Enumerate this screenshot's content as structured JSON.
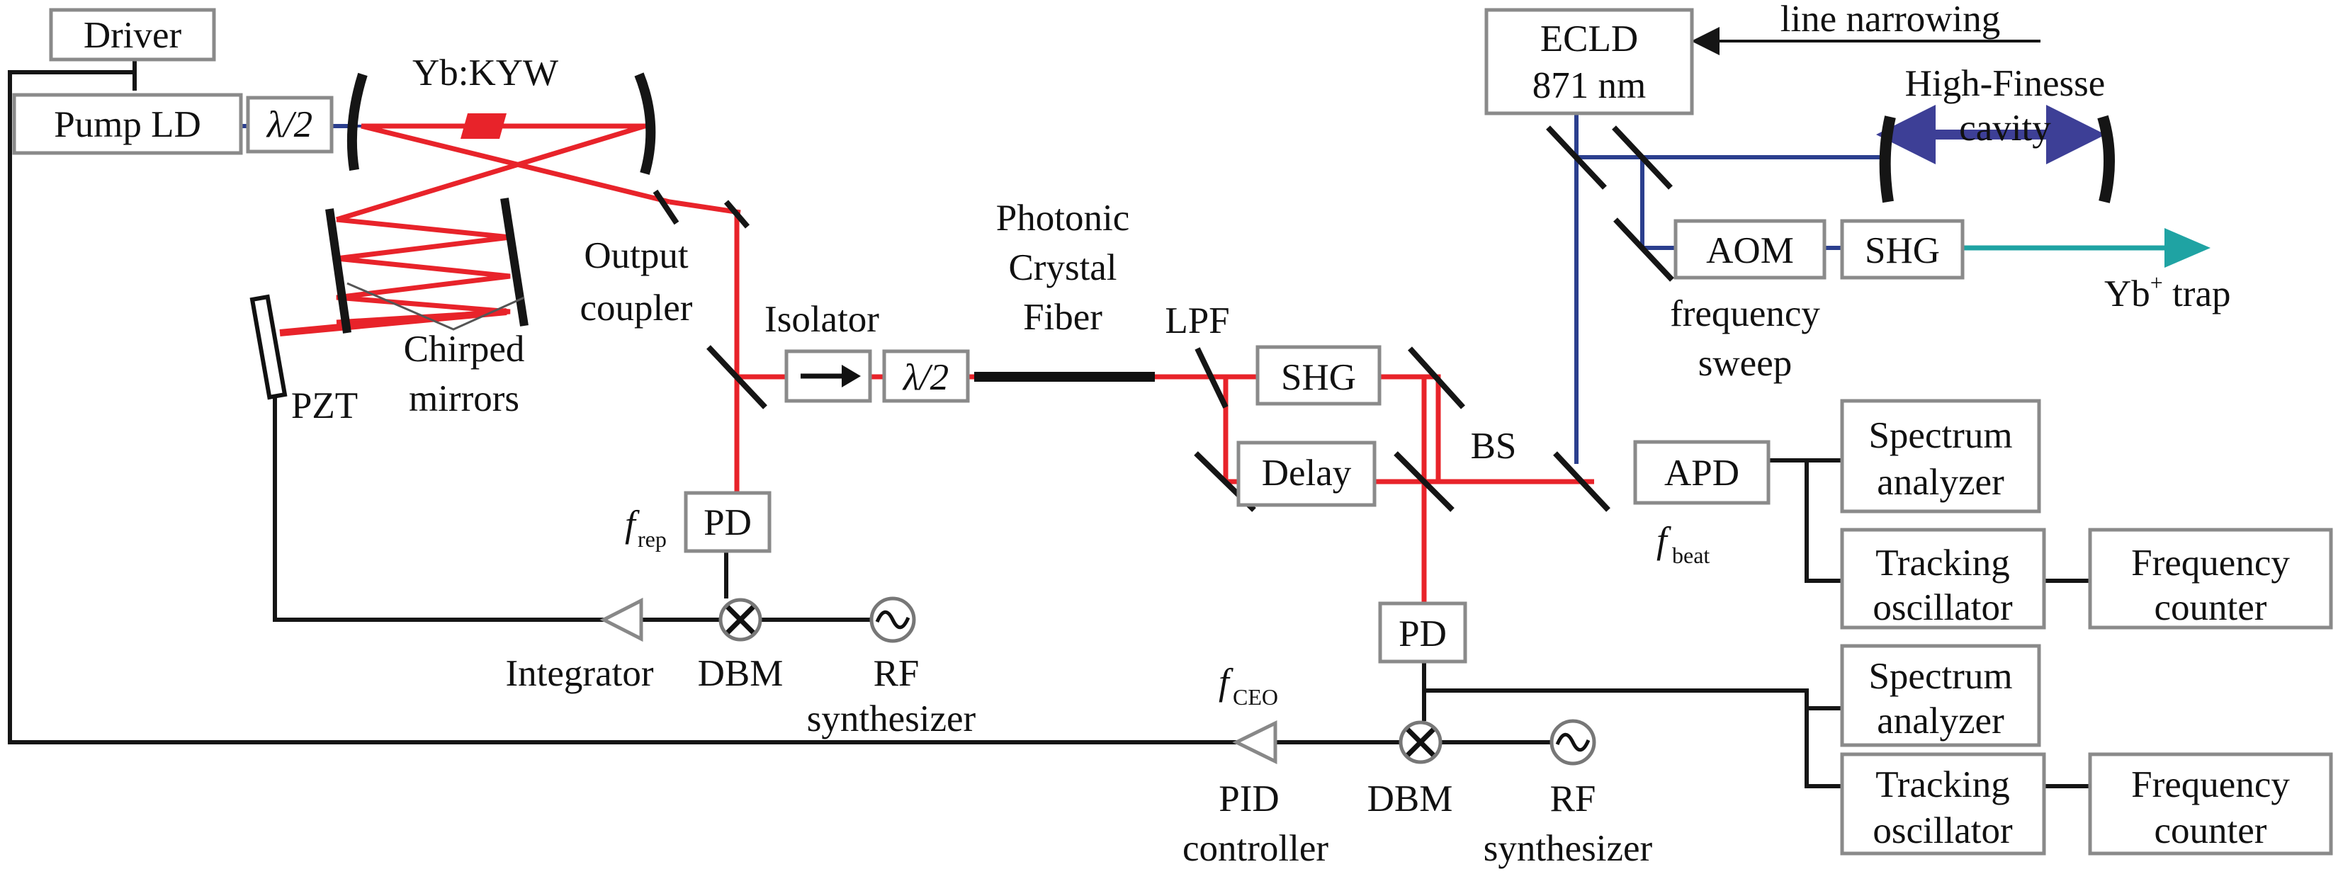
{
  "labels": {
    "driver": "Driver",
    "pump_ld": "Pump LD",
    "half_wave_1": "λ/2",
    "yb_kyw": "Yb:KYW",
    "output_coupler_1": "Output",
    "output_coupler_2": "coupler",
    "chirped_1": "Chirped",
    "chirped_2": "mirrors",
    "pzt": "PZT",
    "isolator": "Isolator",
    "half_wave_2": "λ/2",
    "pcf_1": "Photonic",
    "pcf_2": "Crystal",
    "pcf_3": "Fiber",
    "lpf": "LPF",
    "shg_main": "SHG",
    "delay": "Delay",
    "bs": "BS",
    "pd_rep": "PD",
    "f_rep": "f",
    "f_rep_sub": "rep",
    "pd_ceo": "PD",
    "f_ceo": "f",
    "f_ceo_sub": "CEO",
    "integrator": "Integrator",
    "dbm_1": "DBM",
    "rf1_1": "RF",
    "rf1_2": "synthesizer",
    "pid_1": "PID",
    "pid_2": "controller",
    "dbm_2": "DBM",
    "rf2_1": "RF",
    "rf2_2": "synthesizer",
    "ecld_1": "ECLD",
    "ecld_2": "871 nm",
    "line_narrowing": "line narrowing",
    "hf_cavity_1": "High-Finesse",
    "hf_cavity_2": "cavity",
    "aom": "AOM",
    "shg_yb": "SHG",
    "freq_sweep_1": "frequency",
    "freq_sweep_2": "sweep",
    "yb_trap": "Yb",
    "yb_trap_sup": "+",
    "yb_trap_tail": " trap",
    "apd": "APD",
    "f_beat": "f",
    "f_beat_sub": "beat",
    "spectrum_1a": "Spectrum",
    "spectrum_1b": "analyzer",
    "tracking_1a": "Tracking",
    "tracking_1b": "oscillator",
    "counter_1a": "Frequency",
    "counter_1b": "counter",
    "spectrum_2a": "Spectrum",
    "spectrum_2b": "analyzer",
    "tracking_2a": "Tracking",
    "tracking_2b": "oscillator",
    "counter_2a": "Frequency",
    "counter_2b": "counter"
  },
  "colors": {
    "laser_beam": "#e8232a",
    "cw_beam": "#2b3f8e",
    "output_beam": "#1fa3a3",
    "signal_line": "#151515",
    "box_border": "#8a8a8a"
  },
  "icons": {
    "isolator": "arrow-right-icon",
    "dbm": "mixer-cross-icon",
    "rf": "sine-wave-icon",
    "amplifier": "triangle-icon"
  }
}
